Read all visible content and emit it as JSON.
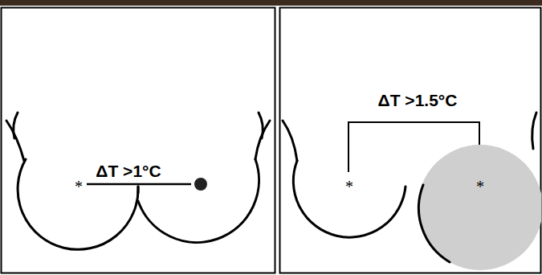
{
  "diagram": {
    "labels": [
      "ΔT >1°C",
      "*",
      "ΔT >1.5°C",
      "*",
      "*"
    ]
  }
}
